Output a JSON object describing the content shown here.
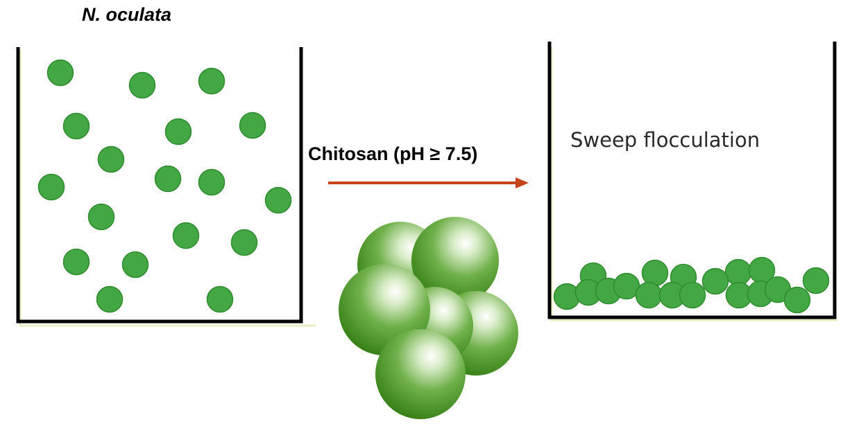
{
  "labels": {
    "species": "N. oculata",
    "reagent": "Chitosan (pH ≥ 7.5)",
    "outcome": "Sweep flocculation"
  },
  "colors": {
    "cell_fill": "#43a843",
    "cell_edge": "#2e8b2e",
    "arrow": "#c8441b",
    "beaker": "#000000",
    "beaker_shadow": "#e8ecc0",
    "sphere_light": "#ffffff",
    "sphere_mid": "#6fb04a",
    "sphere_dark": "#2f7a10"
  },
  "icons": {
    "dispersed_cells": "circle-dots",
    "floc": "sphere-cluster",
    "process_arrow": "arrow-right"
  }
}
